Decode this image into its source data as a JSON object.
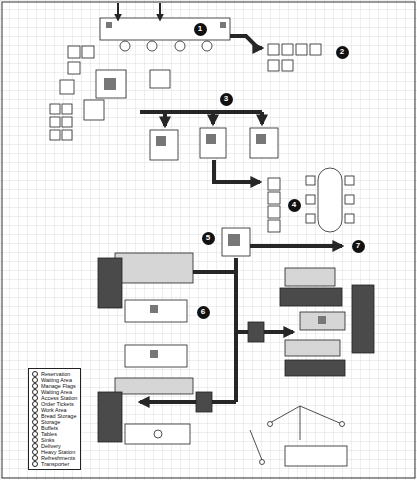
{
  "diagram": {
    "nodes": [
      {
        "text": [
          "1"
        ]
      },
      {
        "text": [
          "2"
        ]
      },
      {
        "text": [
          "3"
        ]
      },
      {
        "text": [
          "4"
        ]
      },
      {
        "text": [
          "5"
        ]
      },
      {
        "text": [
          "6"
        ]
      },
      {
        "text": [
          "7"
        ]
      }
    ],
    "legend": [
      {
        "text": "Reservation"
      },
      {
        "text": "Waiting Area"
      },
      {
        "text": "Manage Flags"
      },
      {
        "text": "Waiting Area"
      },
      {
        "text": "Access Station"
      },
      {
        "text": "Order Tickets"
      },
      {
        "text": "Work Area"
      },
      {
        "text": "Bread Storage"
      },
      {
        "text": "Storage"
      },
      {
        "text": "Buffets"
      },
      {
        "text": "Tables"
      },
      {
        "text": "Sinks"
      },
      {
        "text": "Delivery"
      },
      {
        "text": "Heavy Station"
      },
      {
        "text": "Refreshments"
      },
      {
        "text": "Transporter"
      }
    ]
  }
}
